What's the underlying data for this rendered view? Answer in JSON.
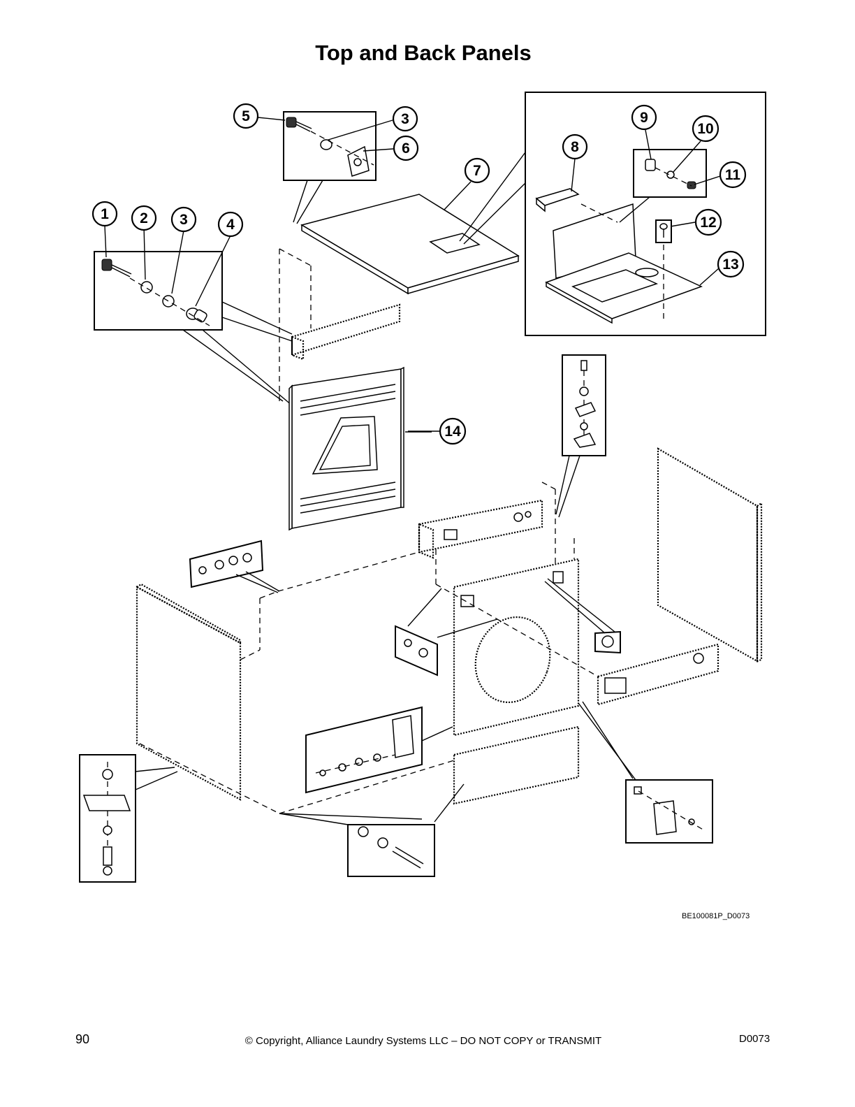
{
  "page": {
    "title": "Top and Back Panels",
    "drawing_id": "BE100081P_D0073",
    "page_number": "90",
    "copyright": "© Copyright, Alliance Laundry Systems LLC – DO NOT COPY or TRANSMIT",
    "doc_code": "D0073"
  },
  "callouts": [
    {
      "id": "c1",
      "label": "1"
    },
    {
      "id": "c2",
      "label": "2"
    },
    {
      "id": "c3a",
      "label": "3"
    },
    {
      "id": "c4",
      "label": "4"
    },
    {
      "id": "c5",
      "label": "5"
    },
    {
      "id": "c3b",
      "label": "3"
    },
    {
      "id": "c6",
      "label": "6"
    },
    {
      "id": "c7",
      "label": "7"
    },
    {
      "id": "c8",
      "label": "8"
    },
    {
      "id": "c9",
      "label": "9"
    },
    {
      "id": "c10",
      "label": "10"
    },
    {
      "id": "c11",
      "label": "11"
    },
    {
      "id": "c12",
      "label": "12"
    },
    {
      "id": "c13",
      "label": "13"
    },
    {
      "id": "c14",
      "label": "14"
    }
  ]
}
